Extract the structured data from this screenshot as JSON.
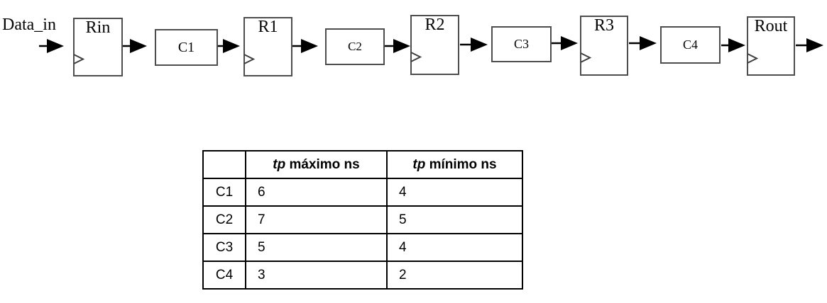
{
  "diagram": {
    "data_in_label": "Data_in",
    "registers": [
      {
        "label": "Rin"
      },
      {
        "label": "R1"
      },
      {
        "label": "R2"
      },
      {
        "label": "R3"
      },
      {
        "label": "Rout"
      }
    ],
    "combinational_blocks": [
      {
        "label": "C1"
      },
      {
        "label": "C2"
      },
      {
        "label": "C3"
      },
      {
        "label": "C4"
      }
    ]
  },
  "table": {
    "corner": "",
    "col_max": {
      "tp": "tp",
      "rest": "máximo ns"
    },
    "col_min": {
      "tp": "tp",
      "rest": "mínimo ns"
    },
    "rows": [
      {
        "label": "C1",
        "max": "6",
        "min": "4"
      },
      {
        "label": "C2",
        "max": "7",
        "min": "5"
      },
      {
        "label": "C3",
        "max": "5",
        "min": "4"
      },
      {
        "label": "C4",
        "max": "3",
        "min": "2"
      }
    ]
  },
  "colors": {
    "box_border": "#4d4d4d",
    "arrow": "#000000",
    "table_border": "#000000",
    "text": "#050505"
  }
}
